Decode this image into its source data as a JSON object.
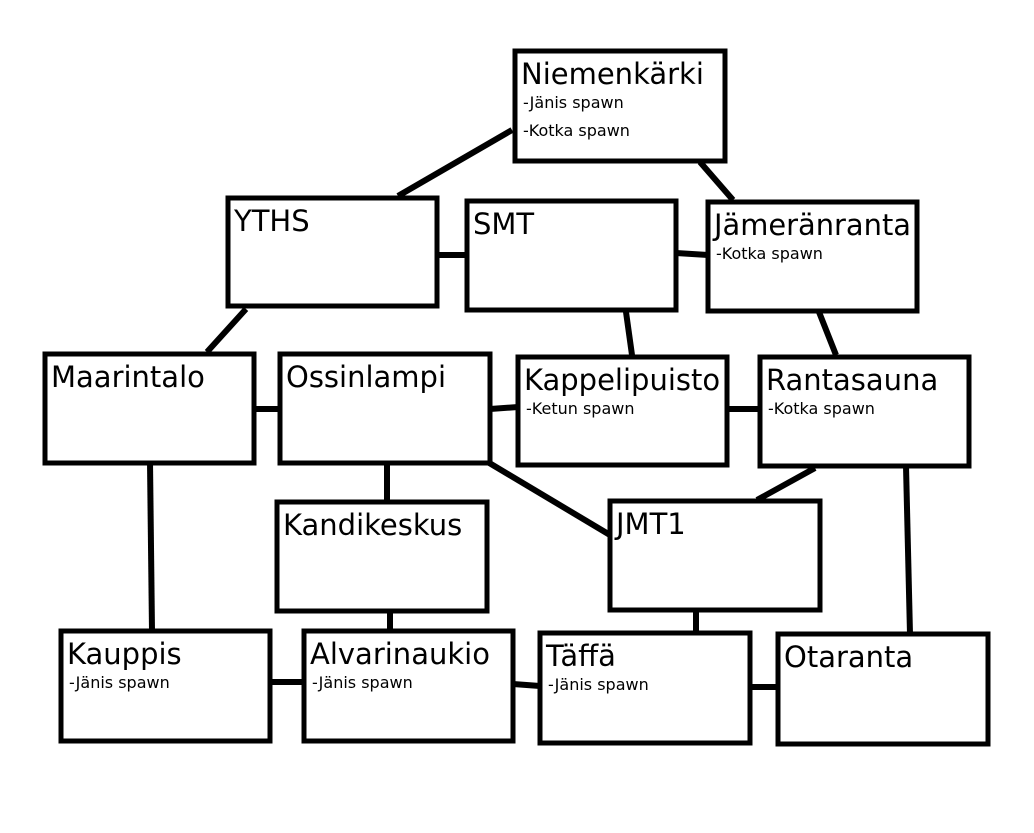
{
  "colors": {
    "stroke": "#000000",
    "background": "#ffffff"
  },
  "rooms": [
    {
      "id": "niemenkarki",
      "name": "Niemenkärki",
      "notes": [
        "-Jänis spawn",
        "-Kotka spawn"
      ]
    },
    {
      "id": "yths",
      "name": "YTHS",
      "notes": []
    },
    {
      "id": "smt",
      "name": "SMT",
      "notes": []
    },
    {
      "id": "jameranranta",
      "name": "Jämeränranta",
      "notes": [
        "-Kotka spawn"
      ]
    },
    {
      "id": "maarintalo",
      "name": "Maarintalo",
      "notes": []
    },
    {
      "id": "ossinlampi",
      "name": "Ossinlampi",
      "notes": []
    },
    {
      "id": "kappelipuisto",
      "name": "Kappelipuisto",
      "notes": [
        "-Ketun spawn"
      ]
    },
    {
      "id": "rantasauna",
      "name": "Rantasauna",
      "notes": [
        "-Kotka spawn"
      ]
    },
    {
      "id": "kandikeskus",
      "name": "Kandikeskus",
      "notes": []
    },
    {
      "id": "jmt1",
      "name": "JMT1",
      "notes": []
    },
    {
      "id": "kauppis",
      "name": "Kauppis",
      "notes": [
        "-Jänis spawn"
      ]
    },
    {
      "id": "alvarinaukio",
      "name": "Alvarinaukio",
      "notes": [
        "-Jänis spawn"
      ]
    },
    {
      "id": "taffa",
      "name": "Täffä",
      "notes": [
        "-Jänis spawn"
      ]
    },
    {
      "id": "otaranta",
      "name": "Otaranta",
      "notes": []
    }
  ],
  "connections": [
    [
      "niemenkarki",
      "yths"
    ],
    [
      "niemenkarki",
      "jameranranta"
    ],
    [
      "yths",
      "smt"
    ],
    [
      "smt",
      "jameranranta"
    ],
    [
      "yths",
      "maarintalo"
    ],
    [
      "smt",
      "kappelipuisto"
    ],
    [
      "jameranranta",
      "rantasauna"
    ],
    [
      "maarintalo",
      "ossinlampi"
    ],
    [
      "ossinlampi",
      "kappelipuisto"
    ],
    [
      "kappelipuisto",
      "rantasauna"
    ],
    [
      "ossinlampi",
      "kandikeskus"
    ],
    [
      "ossinlampi",
      "jmt1"
    ],
    [
      "rantasauna",
      "jmt1"
    ],
    [
      "maarintalo",
      "kauppis"
    ],
    [
      "kandikeskus",
      "alvarinaukio"
    ],
    [
      "jmt1",
      "taffa"
    ],
    [
      "rantasauna",
      "otaranta"
    ],
    [
      "kauppis",
      "alvarinaukio"
    ],
    [
      "alvarinaukio",
      "taffa"
    ],
    [
      "taffa",
      "otaranta"
    ]
  ]
}
